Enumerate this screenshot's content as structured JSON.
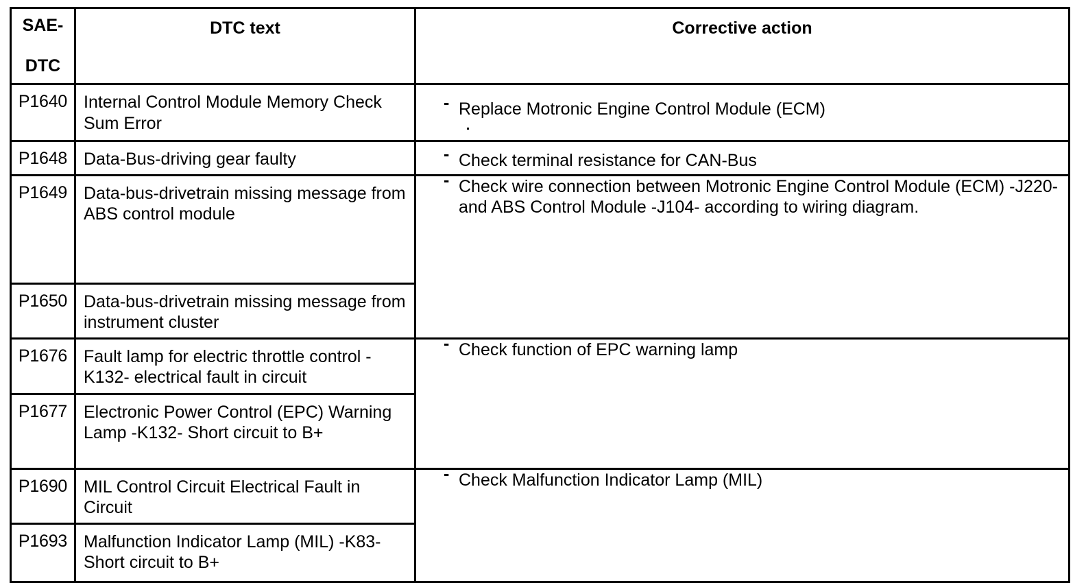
{
  "document": {
    "kind": "dtc-fault-code-table",
    "bullet_glyph": "-"
  },
  "table": {
    "columns": [
      {
        "key": "sae_dtc",
        "label_line1": "SAE-",
        "label_line2": "DTC"
      },
      {
        "key": "dtc_text",
        "label": "DTC text"
      },
      {
        "key": "corrective_action",
        "label": "Corrective action"
      }
    ],
    "rows": [
      {
        "code": "P1640",
        "text": "Internal Control Module Memory Check Sum Error",
        "action": "Replace Motronic Engine Control Module (ECM)",
        "action_rowspan": 1
      },
      {
        "code": "P1648",
        "text": "Data-Bus-driving gear faulty",
        "action": "Check terminal resistance for CAN-Bus",
        "action_rowspan": 1
      },
      {
        "code": "P1649",
        "text": "Data-bus-drivetrain missing message from ABS control module",
        "action": "Check wire connection between Motronic Engine Control Module (ECM) -J220- and ABS Control Module -J104- according to wiring diagram.",
        "action_rowspan": 2
      },
      {
        "code": "P1650",
        "text": "Data-bus-drivetrain missing message from instrument cluster",
        "action": null,
        "action_rowspan": 0
      },
      {
        "code": "P1676",
        "text": "Fault lamp for electric throttle control -K132- electrical fault in circuit",
        "action": "Check function of EPC warning lamp",
        "action_rowspan": 2
      },
      {
        "code": "P1677",
        "text": "Electronic Power Control (EPC) Warning Lamp -K132- Short circuit to B+",
        "action": null,
        "action_rowspan": 0
      },
      {
        "code": "P1690",
        "text": "MIL Control Circuit Electrical Fault in Circuit",
        "action": "Check Malfunction Indicator Lamp (MIL)",
        "action_rowspan": 2
      },
      {
        "code": "P1693",
        "text": "Malfunction Indicator Lamp (MIL) -K83- Short circuit to B+",
        "action": null,
        "action_rowspan": 0
      }
    ]
  },
  "colors": {
    "border": "#000000",
    "text": "#000000",
    "background": "#ffffff"
  }
}
